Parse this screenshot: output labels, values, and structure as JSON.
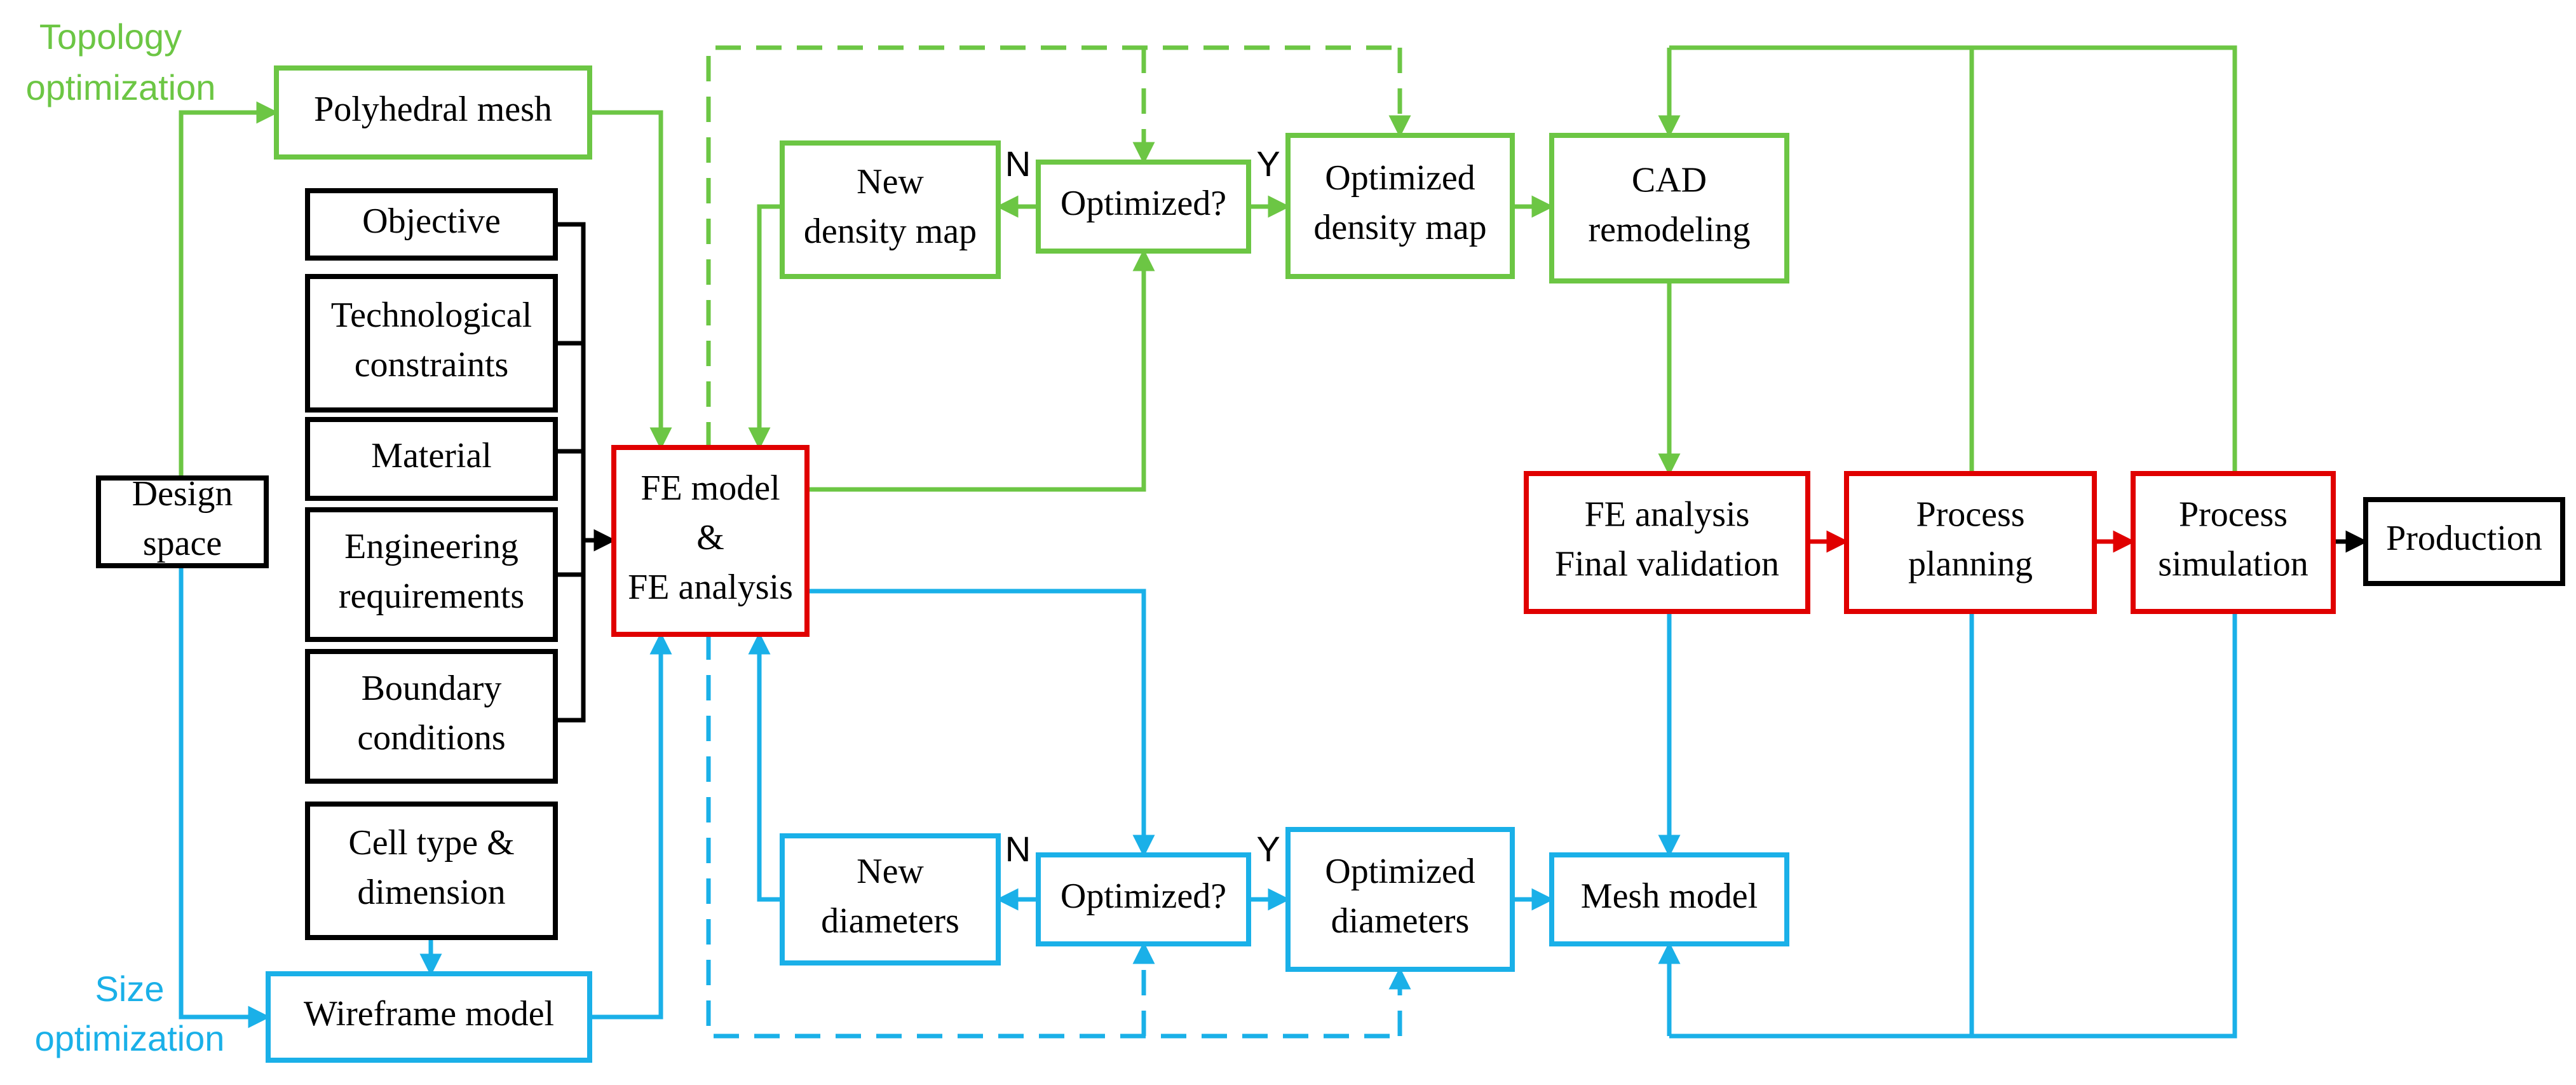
{
  "colors": {
    "topology": "#6cc644",
    "size": "#1ab0e8",
    "validation": "#e00000",
    "neutral": "#000000"
  },
  "labels": {
    "topology_line1": "Topology",
    "topology_line2": "optimization",
    "size_line1": "Size",
    "size_line2": "optimization",
    "n_top": "N",
    "y_top": "Y",
    "n_bottom": "N",
    "y_bottom": "Y"
  },
  "nodes": {
    "design_space": {
      "lines": [
        "Design",
        "space"
      ],
      "color": "neutral"
    },
    "polyhedral_mesh": {
      "lines": [
        "Polyhedral mesh"
      ],
      "color": "topology"
    },
    "wireframe_model": {
      "lines": [
        "Wireframe model"
      ],
      "color": "size"
    },
    "objective": {
      "lines": [
        "Objective"
      ],
      "color": "neutral"
    },
    "tech_constraints": {
      "lines": [
        "Technological",
        "constraints"
      ],
      "color": "neutral"
    },
    "material": {
      "lines": [
        "Material"
      ],
      "color": "neutral"
    },
    "eng_requirements": {
      "lines": [
        "Engineering",
        "requirements"
      ],
      "color": "neutral"
    },
    "boundary_conditions": {
      "lines": [
        "Boundary",
        "conditions"
      ],
      "color": "neutral"
    },
    "cell_type": {
      "lines": [
        "Cell type &",
        "dimension"
      ],
      "color": "neutral"
    },
    "fe_model": {
      "lines": [
        "FE model",
        "&",
        "FE analysis"
      ],
      "color": "validation"
    },
    "new_density": {
      "lines": [
        "New",
        "density map"
      ],
      "color": "topology"
    },
    "optimized_top": {
      "lines": [
        "Optimized?"
      ],
      "color": "topology"
    },
    "opt_density": {
      "lines": [
        "Optimized",
        "density map"
      ],
      "color": "topology"
    },
    "cad_remodeling": {
      "lines": [
        "CAD",
        "remodeling"
      ],
      "color": "topology"
    },
    "new_diameters": {
      "lines": [
        "New",
        "diameters"
      ],
      "color": "size"
    },
    "optimized_bottom": {
      "lines": [
        "Optimized?"
      ],
      "color": "size"
    },
    "opt_diameters": {
      "lines": [
        "Optimized",
        "diameters"
      ],
      "color": "size"
    },
    "mesh_model": {
      "lines": [
        "Mesh model"
      ],
      "color": "size"
    },
    "fe_final": {
      "lines": [
        "FE analysis",
        "Final validation"
      ],
      "color": "validation"
    },
    "process_planning": {
      "lines": [
        "Process",
        "planning"
      ],
      "color": "validation"
    },
    "process_simulation": {
      "lines": [
        "Process",
        "simulation"
      ],
      "color": "validation"
    },
    "production": {
      "lines": [
        "Production"
      ],
      "color": "neutral"
    }
  }
}
